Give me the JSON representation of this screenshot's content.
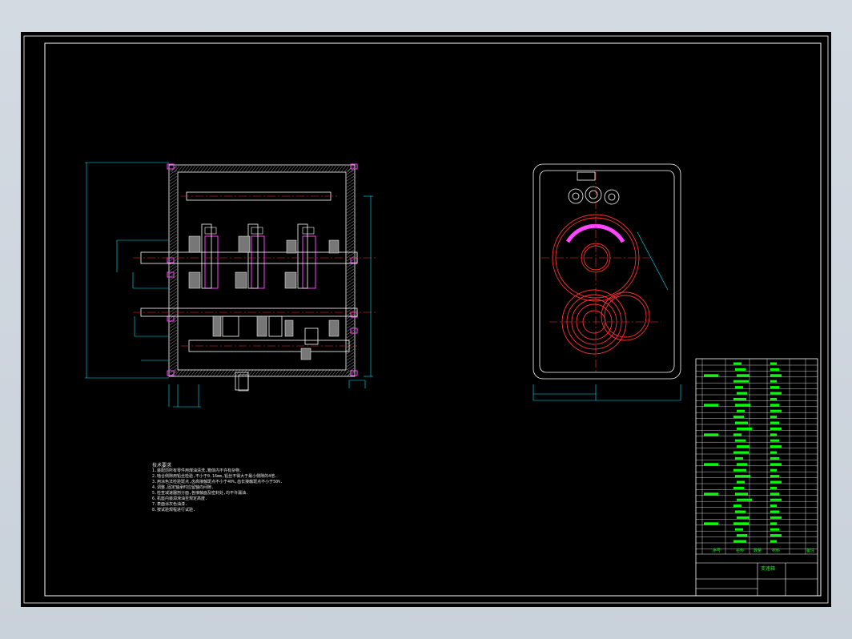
{
  "app": {
    "title": "CAD drawing viewer"
  },
  "drawing": {
    "view_left": {
      "name": "gearbox-section-view"
    },
    "view_right": {
      "name": "gearbox-end-view"
    },
    "technical_notes": {
      "title": "技术要求",
      "lines": [
        "1.装配前所有零件用煤油清洗,箱体内不许有杂物.",
        "2.啮合侧隙用铅丝检验,不小于0.16mm,铅丝不得大于最小侧隙的4倍.",
        "3.用涂色法检验斑点,齿高接触斑点不小于40%,齿长接触斑点不小于50%.",
        "4.调整,固定轴承时应留轴向间隙.",
        "5.检查减速器剖分面,各接触面及密封处,均不许漏油.",
        "6.机座内装润滑油至规定高度.",
        "7.表面涂灰色油漆.",
        "8.按试验规程进行试验."
      ]
    },
    "title_block": {
      "drawing_title": "变速箱",
      "header_labels": [
        "序号",
        "名称",
        "数量",
        "材料",
        "备注"
      ]
    }
  },
  "colors": {
    "background": "#000000",
    "frame": "#ffffff",
    "outline": "#ffffff",
    "dimension": "#00ffff",
    "bearing": "#ff00ff",
    "centerline": "#ff2020",
    "table_text": "#00ff00",
    "note_text": "#ffffff"
  }
}
